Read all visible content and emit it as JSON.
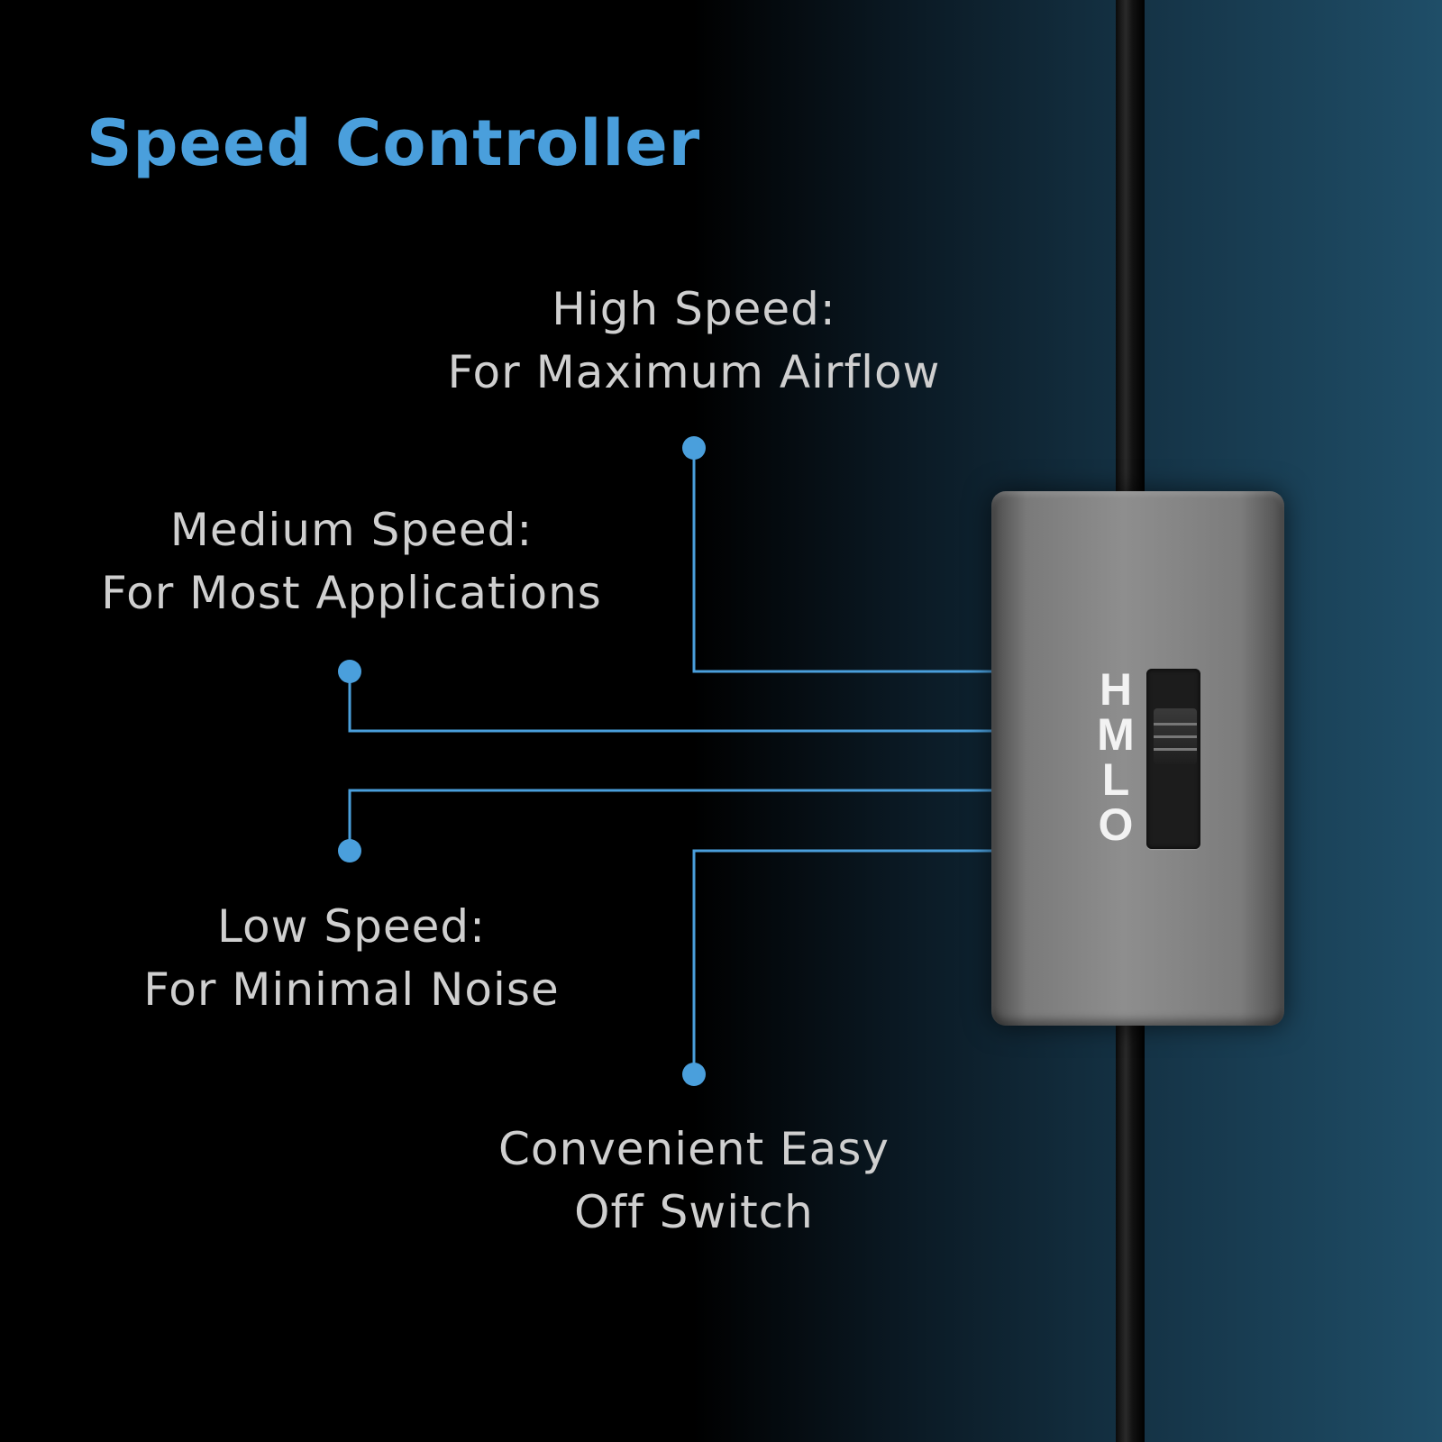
{
  "title": "Speed Controller",
  "callouts": {
    "high": {
      "line1": "High Speed:",
      "line2": "For Maximum Airflow"
    },
    "medium": {
      "line1": "Medium Speed:",
      "line2": "For Most Applications"
    },
    "low": {
      "line1": "Low Speed:",
      "line2": "For Minimal Noise"
    },
    "off": {
      "line1": "Convenient Easy",
      "line2": "Off Switch"
    }
  },
  "switch_letters": [
    "H",
    "M",
    "L",
    "O"
  ],
  "colors": {
    "accent": "#4a9fdc",
    "text": "#cfcfcf"
  }
}
